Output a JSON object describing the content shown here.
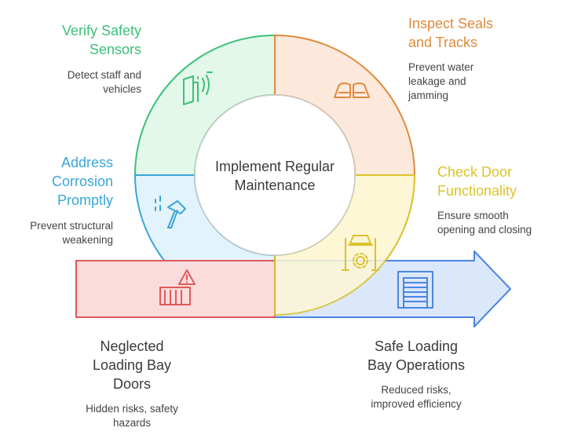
{
  "colors": {
    "green": "#3cc07a",
    "orange": "#e08a3c",
    "yellow": "#dcc22e",
    "blue": "#3aa6d6",
    "red": "#e05a5a",
    "arrow": "#4a86e0",
    "text_dark": "#3a3a3a",
    "text_desc": "#444444"
  },
  "center": {
    "lines": [
      "Implement Regular",
      "Maintenance"
    ]
  },
  "segments": [
    {
      "id": "verify",
      "title_lines": [
        "Verify Safety",
        "Sensors"
      ],
      "desc_lines": [
        "Detect staff and",
        "vehicles"
      ],
      "icon": "door-sensor-icon"
    },
    {
      "id": "inspect",
      "title_lines": [
        "Inspect Seals",
        "and Tracks"
      ],
      "desc_lines": [
        "Prevent water",
        "leakage and",
        "jamming"
      ],
      "icon": "seal-icon"
    },
    {
      "id": "check",
      "title_lines": [
        "Check Door",
        "Functionality"
      ],
      "desc_lines": [
        "Ensure smooth",
        "opening and closing"
      ],
      "icon": "lift-gear-icon"
    },
    {
      "id": "address",
      "title_lines": [
        "Address",
        "Corrosion",
        "Promptly"
      ],
      "desc_lines": [
        "Prevent structural",
        "weakening"
      ],
      "icon": "hammer-icon"
    }
  ],
  "start": {
    "title_lines": [
      "Neglected",
      "Loading Bay",
      "Doors"
    ],
    "desc_lines": [
      "Hidden risks, safety",
      "hazards"
    ],
    "icon": "warning-door-icon"
  },
  "end": {
    "title_lines": [
      "Safe Loading",
      "Bay Operations"
    ],
    "desc_lines": [
      "Reduced risks,",
      "improved efficiency"
    ],
    "icon": "shutter-door-icon"
  }
}
